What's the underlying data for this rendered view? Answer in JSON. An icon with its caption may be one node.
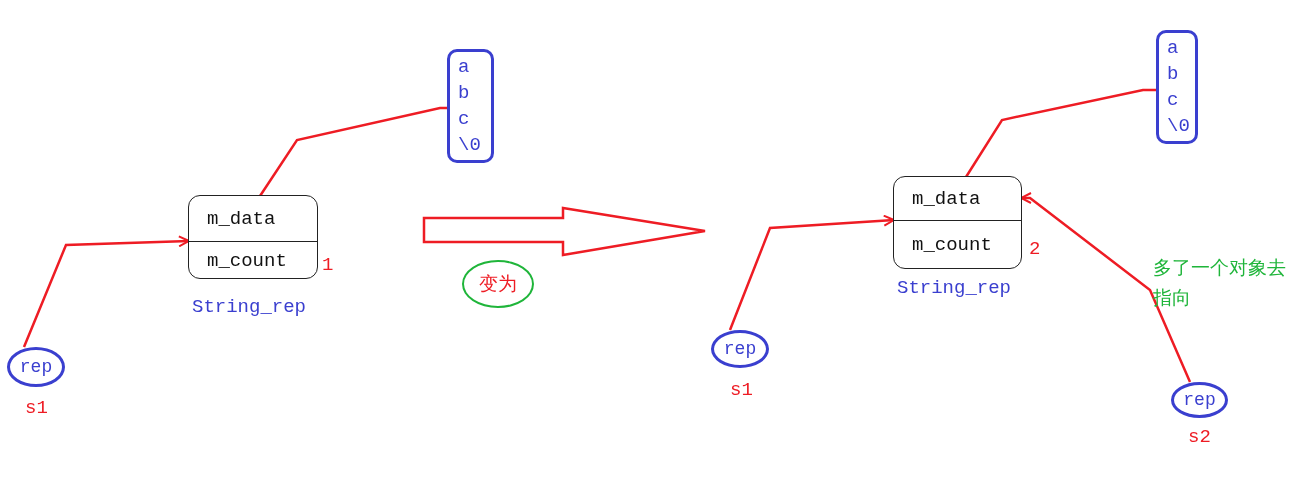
{
  "diagram": {
    "nodes": [
      {
        "text": [
          "rep"
        ],
        "beside": [
          "s1"
        ]
      },
      {
        "text": [
          "a",
          "b",
          "c",
          "\\0"
        ]
      },
      {
        "text": [],
        "shape": "box",
        "beside": [
          "String_rep",
          "1"
        ]
      },
      {
        "text": [
          "m_data"
        ],
        "in": 2
      },
      {
        "text": [
          "m_count"
        ],
        "in": 2
      },
      {
        "text": [
          "变为"
        ]
      },
      {
        "text": [
          "rep"
        ],
        "beside": [
          "s1"
        ]
      },
      {
        "text": [
          "a",
          "b",
          "c",
          "\\0"
        ]
      },
      {
        "text": [],
        "shape": "box",
        "beside": [
          "String_rep",
          "2"
        ]
      },
      {
        "text": [
          "m_data"
        ],
        "in": 8
      },
      {
        "text": [
          "m_count"
        ],
        "in": 8
      },
      {
        "text": [
          "rep"
        ],
        "beside": [
          "s2"
        ]
      }
    ],
    "edges": [
      {
        "from": 0,
        "to": 3,
        "arrow": "to"
      },
      {
        "from": 3,
        "to": 1,
        "arrow": "none"
      },
      {
        "from": 6,
        "to": 9,
        "arrow": "to"
      },
      {
        "from": 9,
        "to": 7,
        "arrow": "none"
      },
      {
        "from": 11,
        "to": 9,
        "arrow": "to"
      }
    ],
    "labels": [
      "多了一个对象去指向"
    ]
  }
}
